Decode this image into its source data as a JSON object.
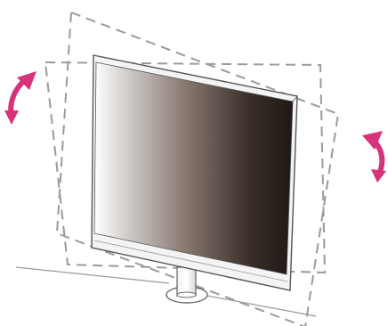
{
  "diagram": {
    "subject": "monitor-swivel-rotation",
    "rotation_directions": [
      "counter-clockwise",
      "clockwise"
    ],
    "colors": {
      "outline": "#9a9a9a",
      "dashed_outline": "#9a9a9a",
      "arrow": "#d6337a",
      "screen_light": "#ffffff",
      "screen_mid": "#8a7a72",
      "screen_dark": "#1f1814",
      "bezel": "#f4f4f4"
    }
  }
}
